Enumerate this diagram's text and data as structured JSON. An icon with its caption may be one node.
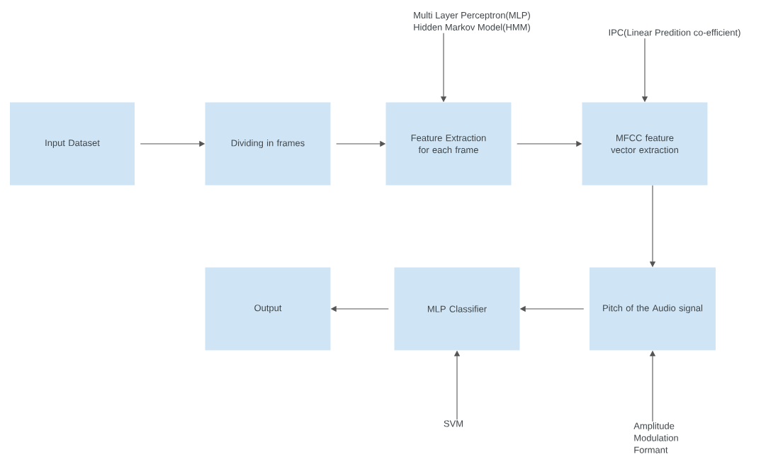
{
  "diagram": {
    "nodes": [
      {
        "text": [
          "Input Dataset"
        ]
      },
      {
        "text": [
          "Dividing in frames"
        ]
      },
      {
        "text": [
          "Feature Extraction for each frame"
        ]
      },
      {
        "text": [
          "MFCC feature vector extraction"
        ]
      },
      {
        "text": [
          "Pitch of the Audio signal"
        ]
      },
      {
        "text": [
          "MLP Classifier"
        ]
      },
      {
        "text": [
          "Output"
        ]
      },
      {
        "text": [
          "Multi Layer Perceptron(MLP)",
          "Hidden Markov Model(HMM)"
        ]
      },
      {
        "text": [
          "IPC(Linear Predition co-efficient)"
        ]
      },
      {
        "text": [
          "SVM"
        ]
      },
      {
        "text": [
          "Amplitude",
          "Modulation",
          "Formant"
        ]
      }
    ],
    "edges": [
      {
        "from": 0,
        "to": 1,
        "arrow": "to"
      },
      {
        "from": 1,
        "to": 2,
        "arrow": "to"
      },
      {
        "from": 2,
        "to": 3,
        "arrow": "to"
      },
      {
        "from": 7,
        "to": 2,
        "arrow": "to"
      },
      {
        "from": 8,
        "to": 3,
        "arrow": "to"
      },
      {
        "from": 3,
        "to": 4,
        "arrow": "to"
      },
      {
        "from": 4,
        "to": 5,
        "arrow": "to"
      },
      {
        "from": 5,
        "to": 6,
        "arrow": "to"
      },
      {
        "from": 9,
        "to": 5,
        "arrow": "to"
      },
      {
        "from": 10,
        "to": 4,
        "arrow": "to"
      }
    ]
  }
}
